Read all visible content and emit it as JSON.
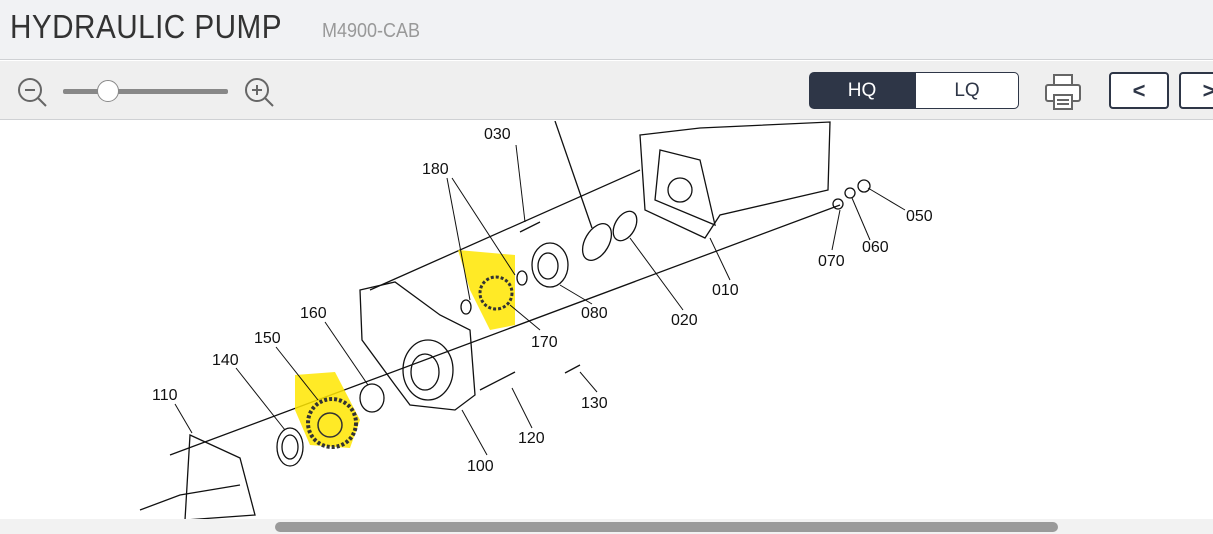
{
  "header": {
    "title": "HYDRAULIC PUMP",
    "model": "M4900-CAB"
  },
  "toolbar": {
    "zoom_out": "zoom-out-icon",
    "zoom_in": "zoom-in-icon",
    "zoom_level_fraction": 0.25,
    "hq_label": "HQ",
    "lq_label": "LQ",
    "selected_quality": "HQ",
    "prev_label": "<",
    "next_label": ">"
  },
  "colors": {
    "accent": "#2e3647",
    "highlight": "#ffe600"
  },
  "parts": [
    {
      "id": "030"
    },
    {
      "id": "180"
    },
    {
      "id": "050"
    },
    {
      "id": "060"
    },
    {
      "id": "070"
    },
    {
      "id": "010"
    },
    {
      "id": "080"
    },
    {
      "id": "020"
    },
    {
      "id": "170"
    },
    {
      "id": "160"
    },
    {
      "id": "150"
    },
    {
      "id": "140"
    },
    {
      "id": "110"
    },
    {
      "id": "130"
    },
    {
      "id": "120"
    },
    {
      "id": "100"
    }
  ]
}
